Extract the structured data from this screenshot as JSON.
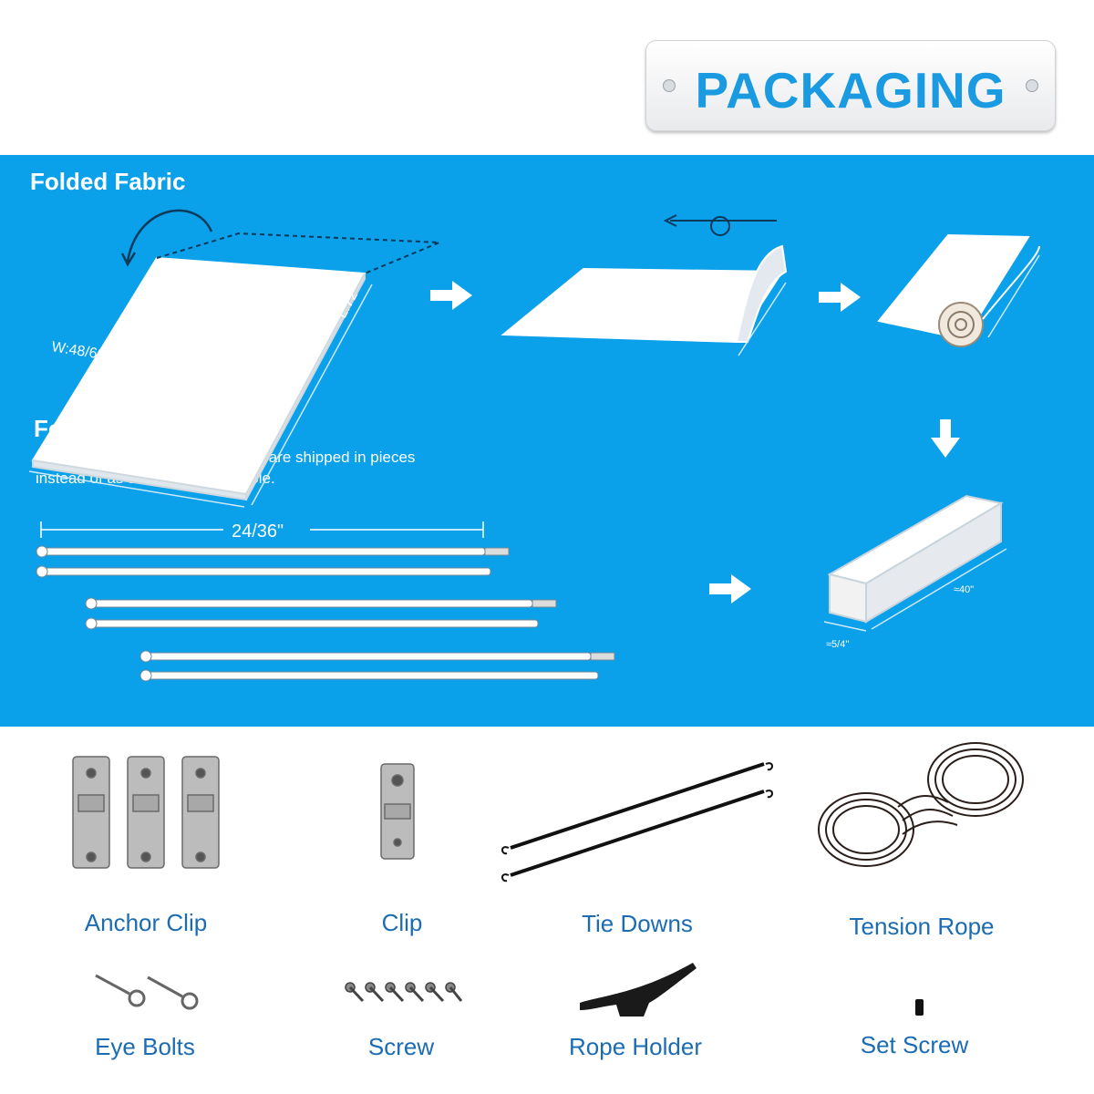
{
  "header": {
    "title": "PACKAGING"
  },
  "fabric": {
    "heading": "Folded Fabric",
    "width_label": "W:48/60/72/84/96\"",
    "length_label": "L:72\""
  },
  "pole": {
    "heading": "Folded Pole",
    "note": "Poles are made in sections. They are shipped in pieces instead of as a complete long pole.",
    "length_label": "24/36\""
  },
  "box": {
    "length_label": "≈40\"",
    "width_label": "≈5/4\""
  },
  "parts": [
    {
      "name": "Anchor Clip",
      "icon": "anchor-clip-icon"
    },
    {
      "name": "Clip",
      "icon": "clip-icon"
    },
    {
      "name": "Tie Downs",
      "icon": "tie-downs-icon"
    },
    {
      "name": "Tension Rope",
      "icon": "tension-rope-icon"
    },
    {
      "name": "Eye Bolts",
      "icon": "eye-bolts-icon"
    },
    {
      "name": "Screw",
      "icon": "screw-icon"
    },
    {
      "name": "Rope Holder",
      "icon": "rope-holder-icon"
    },
    {
      "name": "Set Screw",
      "icon": "set-screw-icon"
    }
  ],
  "colors": {
    "panel": "#0aa0ea",
    "title": "#1a9ae0",
    "label": "#1b6cb2"
  }
}
